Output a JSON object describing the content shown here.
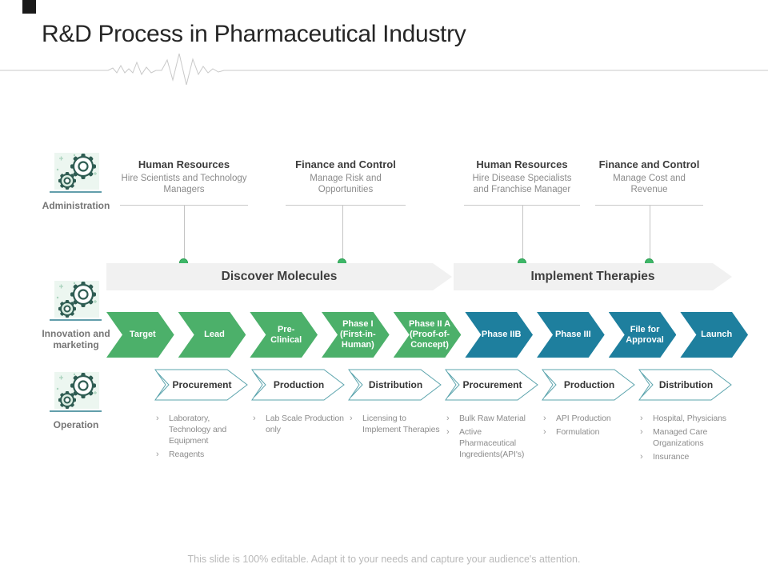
{
  "title": "R&D Process in Pharmaceutical Industry",
  "footer": "This slide is 100% editable. Adapt it to your needs and capture your audience's attention.",
  "bullet_marker": "›",
  "colors": {
    "chevron_green": "#4cb06a",
    "chevron_teal": "#1e7f9e",
    "band_gray": "#f1f1f1",
    "dot_green": "#3eb768"
  },
  "sidebar": {
    "rows": [
      {
        "icon": "gears-icon",
        "label": "Administration"
      },
      {
        "icon": "gears-icon",
        "label": "Innovation and marketing"
      },
      {
        "icon": "gears-icon",
        "label": "Operation"
      }
    ]
  },
  "admin_cards": [
    {
      "title": "Human Resources",
      "subtitle": "Hire Scientists and Technology Managers"
    },
    {
      "title": "Finance and Control",
      "subtitle": "Manage Risk and Opportunities"
    },
    {
      "title": "Human Resources",
      "subtitle": "Hire Disease Specialists and Franchise Manager"
    },
    {
      "title": "Finance and Control",
      "subtitle": "Manage Cost and Revenue"
    }
  ],
  "bands": [
    {
      "label": "Discover Molecules"
    },
    {
      "label": "Implement Therapies"
    }
  ],
  "phase_chevrons": [
    {
      "label": "Target",
      "color": "green"
    },
    {
      "label": "Lead",
      "color": "green"
    },
    {
      "label": "Pre-Clinical",
      "color": "green"
    },
    {
      "label": "Phase I (First-in-Human)",
      "color": "green"
    },
    {
      "label": "Phase II A (Proof-of-Concept)",
      "color": "green"
    },
    {
      "label": "Phase IIB",
      "color": "teal"
    },
    {
      "label": "Phase III",
      "color": "teal"
    },
    {
      "label": "File for Approval",
      "color": "teal"
    },
    {
      "label": "Launch",
      "color": "teal"
    }
  ],
  "operation_chevrons": [
    {
      "label": "Procurement",
      "bullets": [
        "Laboratory, Technology and Equipment",
        "Reagents"
      ]
    },
    {
      "label": "Production",
      "bullets": [
        "Lab Scale Production only"
      ]
    },
    {
      "label": "Distribution",
      "bullets": [
        "Licensing to Implement Therapies"
      ]
    },
    {
      "label": "Procurement",
      "bullets": [
        "Bulk Raw Material",
        "Active Pharmaceutical Ingredients(API's)"
      ]
    },
    {
      "label": "Production",
      "bullets": [
        "API Production",
        "Formulation"
      ]
    },
    {
      "label": "Distribution",
      "bullets": [
        "Hospital, Physicians",
        "Managed Care Organizations",
        "Insurance"
      ]
    }
  ]
}
